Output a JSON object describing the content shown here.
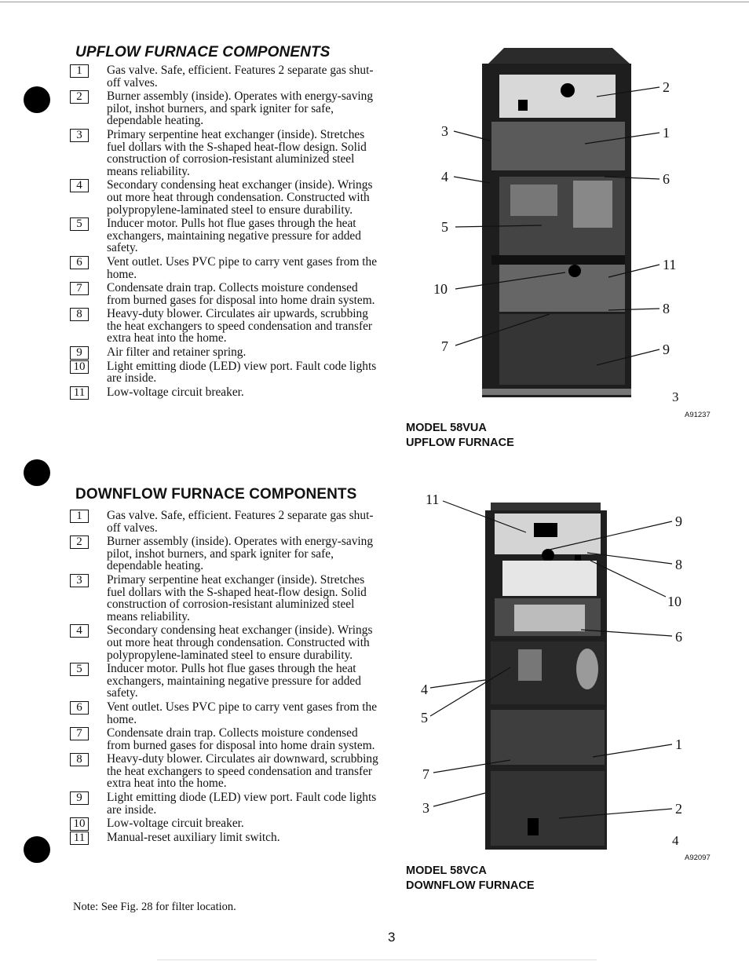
{
  "upflow": {
    "heading": "UPFLOW FURNACE COMPONENTS",
    "items": [
      {
        "num": "1",
        "text": "Gas valve. Safe, efficient. Features 2 separate gas shut-off valves."
      },
      {
        "num": "2",
        "text": "Burner assembly (inside). Operates with energy-saving pilot, inshot burners, and spark igniter for safe, dependable heating."
      },
      {
        "num": "3",
        "text": "Primary serpentine heat exchanger (inside). Stretches fuel dollars with the S-shaped heat-flow design. Solid construction of corrosion-resistant aluminized steel means reliability."
      },
      {
        "num": "4",
        "text": "Secondary condensing heat exchanger (inside). Wrings out more heat through condensation. Constructed with polypropylene-laminated steel to ensure durability."
      },
      {
        "num": "5",
        "text": "Inducer motor. Pulls hot flue gases through the heat exchangers, maintaining negative pressure for added safety."
      },
      {
        "num": "6",
        "text": "Vent outlet. Uses PVC pipe to carry vent gases from the home."
      },
      {
        "num": "7",
        "text": "Condensate drain trap. Collects moisture condensed from burned gases for disposal into home drain system."
      },
      {
        "num": "8",
        "text": "Heavy-duty blower. Circulates air upwards, scrubbing the heat exchangers to speed condensation and transfer extra heat into the home."
      },
      {
        "num": "9",
        "text": "Air filter and retainer spring."
      },
      {
        "num": "10",
        "text": "Light emitting diode (LED) view port. Fault code lights are inside."
      },
      {
        "num": "11",
        "text": "Low-voltage circuit breaker."
      }
    ],
    "figure": {
      "model_line1": "MODEL 58VUA",
      "model_line2": "UPFLOW FURNACE",
      "fig_number": "3",
      "fig_id": "A91237",
      "callouts": {
        "c2": "2",
        "c1": "1",
        "c6": "6",
        "c11": "11",
        "c8": "8",
        "c9": "9",
        "c3": "3",
        "c4": "4",
        "c5": "5",
        "c10": "10",
        "c7": "7"
      }
    }
  },
  "downflow": {
    "heading": "DOWNFLOW FURNACE COMPONENTS",
    "items": [
      {
        "num": "1",
        "text": "Gas valve. Safe, efficient. Features 2 separate gas shut-off valves."
      },
      {
        "num": "2",
        "text": "Burner assembly (inside). Operates with energy-saving pilot, inshot burners, and spark igniter for safe, dependable heating."
      },
      {
        "num": "3",
        "text": "Primary serpentine heat exchanger (inside). Stretches fuel dollars with the S-shaped heat-flow design. Solid construction of corrosion-resistant aluminized steel means reliability."
      },
      {
        "num": "4",
        "text": "Secondary condensing heat exchanger (inside). Wrings out more heat through condensation. Constructed with polypropylene-laminated steel to ensure durability."
      },
      {
        "num": "5",
        "text": "Inducer motor. Pulls hot flue gases through the heat exchangers, maintaining negative pressure for added safety."
      },
      {
        "num": "6",
        "text": "Vent outlet. Uses PVC pipe to carry vent gases from the home."
      },
      {
        "num": "7",
        "text": "Condensate drain trap. Collects moisture condensed from burned gases for disposal into home drain system."
      },
      {
        "num": "8",
        "text": "Heavy-duty blower. Circulates air downward, scrubbing the heat exchangers to speed condensation and transfer extra heat into the home."
      },
      {
        "num": "9",
        "text": "Light emitting diode (LED) view port. Fault code lights are inside."
      },
      {
        "num": "10",
        "text": "Low-voltage circuit breaker."
      },
      {
        "num": "11",
        "text": "Manual-reset auxiliary limit switch."
      }
    ],
    "figure": {
      "model_line1": "MODEL 58VCA",
      "model_line2": "DOWNFLOW FURNACE",
      "fig_number": "4",
      "fig_id": "A92097",
      "callouts": {
        "c11": "11",
        "c9": "9",
        "c8": "8",
        "c10": "10",
        "c6": "6",
        "c4": "4",
        "c5": "5",
        "c1": "1",
        "c7": "7",
        "c3": "3",
        "c2": "2"
      }
    }
  },
  "note": "Note: See Fig. 28 for filter location.",
  "page_number": "3"
}
